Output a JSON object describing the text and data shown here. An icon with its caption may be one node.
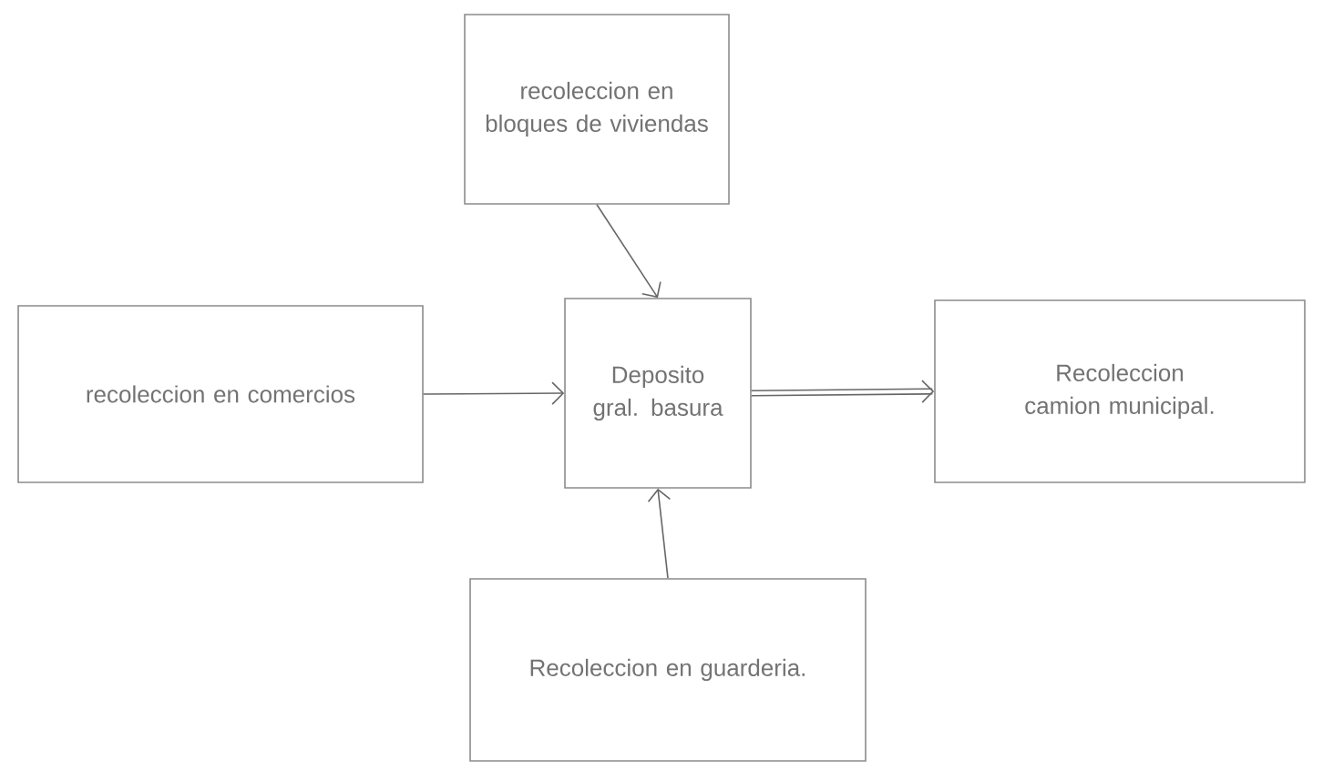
{
  "diagram": {
    "nodes": [
      {
        "text": [
          "recoleccion en bloques de viviendas"
        ]
      },
      {
        "text": [
          "recoleccion en comercios"
        ]
      },
      {
        "text": [
          "Deposito gral. basura"
        ]
      },
      {
        "text": [
          "Recoleccion camion municipal."
        ]
      },
      {
        "text": [
          "Recoleccion en guarderia."
        ]
      }
    ],
    "edges": [
      {
        "from": 0,
        "to": 2,
        "arrow": "to"
      },
      {
        "from": 1,
        "to": 2,
        "arrow": "to"
      },
      {
        "from": 2,
        "to": 3,
        "arrow": "to",
        "style": "thick"
      },
      {
        "from": 4,
        "to": 2,
        "arrow": "to"
      }
    ]
  }
}
